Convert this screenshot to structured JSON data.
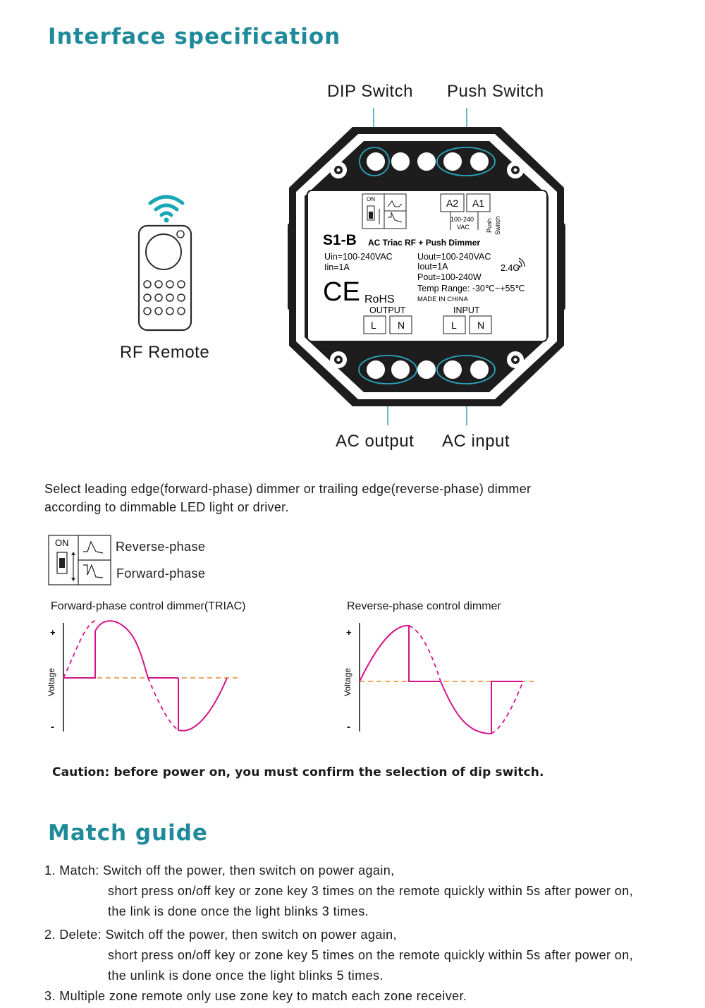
{
  "interface": {
    "heading": "Interface specification",
    "labels": {
      "dip_switch": "DIP Switch",
      "push_switch": "Push Switch",
      "rf_remote": "RF Remote",
      "ac_output": "AC output",
      "ac_input": "AC input"
    },
    "device": {
      "model": "S1-B",
      "description": "AC Triac RF + Push Dimmer",
      "uin": "Uin=100-240VAC",
      "iin": "Iin=1A",
      "uout": "Uout=100-240VAC",
      "iout": "Iout=1A",
      "pout": "Pout=100-240W",
      "temp": "Temp Range: -30℃~+55℃",
      "made_in": "MADE IN CHINA",
      "freq": "2.4G",
      "ce": "CE",
      "rohs": "RoHS",
      "output_label": "OUTPUT",
      "input_label": "INPUT",
      "l": "L",
      "n": "N",
      "a2": "A2",
      "a1": "A1",
      "push_vac_1": "100-240",
      "push_vac_2": "VAC",
      "push_label_1": "Push",
      "push_label_2": "Switch",
      "dip_on": "ON"
    }
  },
  "dimmer_select": {
    "text_line1": "Select leading edge(forward-phase) dimmer or trailing edge(reverse-phase) dimmer",
    "text_line2": "according to dimmable LED light or driver.",
    "dip_on": "ON",
    "reverse_label": "Reverse-phase",
    "forward_label": "Forward-phase"
  },
  "waveforms": {
    "forward_title": "Forward-phase control dimmer(TRIAC)",
    "reverse_title": "Reverse-phase control dimmer",
    "y_label": "Voltage",
    "plus": "+",
    "minus": "-",
    "colors": {
      "wave": "#d4148c",
      "baseline": "#e8892b",
      "axis": "#222222"
    }
  },
  "caution": "Caution: before power on, you must confirm the selection of dip switch.",
  "match": {
    "heading": "Match guide",
    "steps": [
      {
        "lead": "1. Match: Switch off the power, then switch on power again,",
        "lines": [
          "short press on/off key or zone key 3 times on the remote quickly within 5s after power on,",
          "the link is done once the light blinks 3 times."
        ]
      },
      {
        "lead": "2. Delete: Switch off the power, then switch on power again,",
        "lines": [
          "short press on/off key or zone key 5 times on the remote quickly within 5s after power on,",
          "the unlink is done once the light blinks 5 times."
        ]
      },
      {
        "lead": "3. Multiple zone remote only use zone key to match each zone receiver.",
        "lines": []
      }
    ]
  },
  "colors": {
    "accent": "#1f8a9a",
    "callout": "#2aa6bf",
    "wifi": "#18a8b5"
  }
}
